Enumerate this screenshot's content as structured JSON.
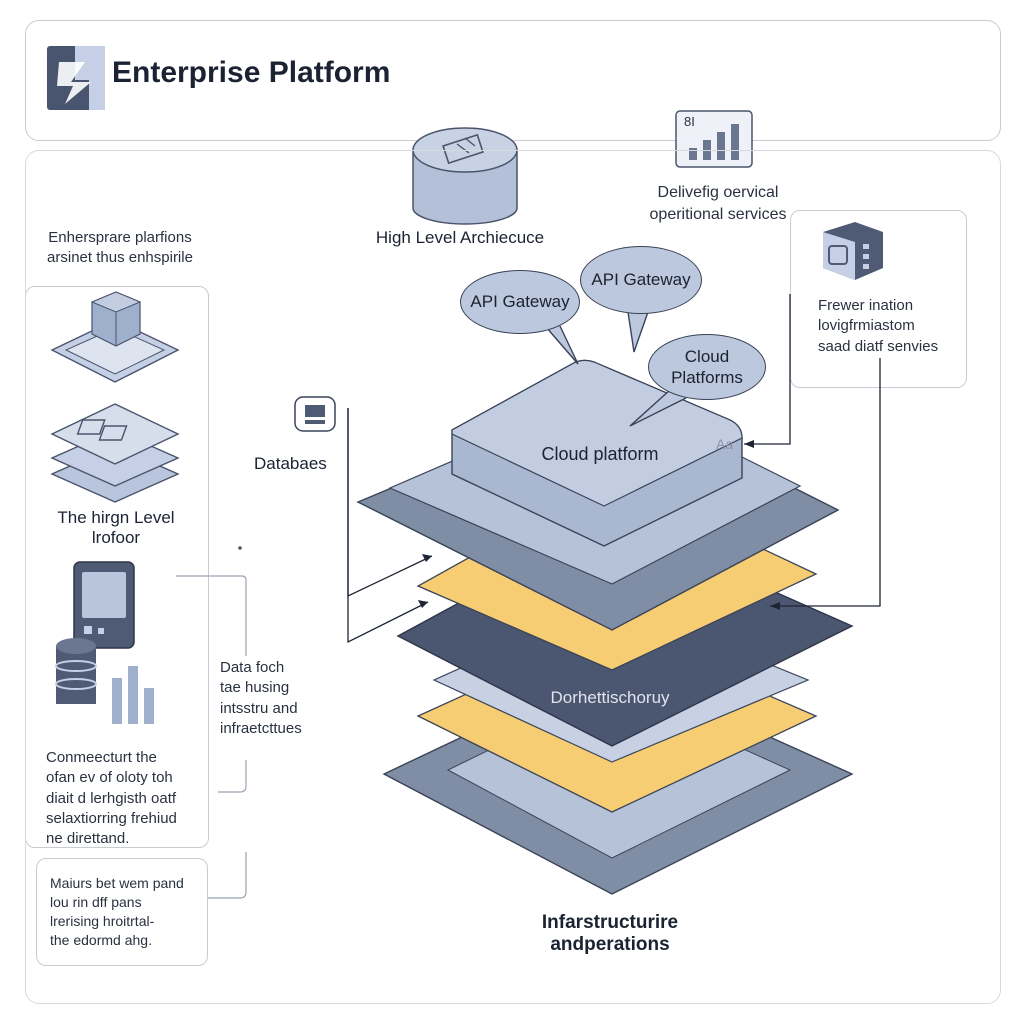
{
  "header": {
    "title": "Enterprise Platform"
  },
  "top": {
    "cylinder_label": "High Level Archiecuce",
    "chart_caption": "Delivefig oervical\noperitional services",
    "chart_value": "8I"
  },
  "left": {
    "intro": "Enhersprare plarfions\narsinet thus enhspirile",
    "stack_label": "The hirgn Level\nlrofoor",
    "flow_text": "Data foch\ntae husing\nintsstru and\ninfraetcttues",
    "note_main": "Conmeecturt the\nofan ev of oloty toh\ndiait d lerhgisth oatf\nselaxtiorring frehiud\nne direttand.",
    "note_box": "Maiurs bet wem pand\nlou rin dff pans\nlrerising hroitrtal-\nthe edormd ahg."
  },
  "right": {
    "panel_text": "Frewer ination\nlovigfrmiastom\nsaad diatf senvies"
  },
  "center": {
    "bubbles": [
      "API Gateway",
      "API Gateway",
      "Cloud\nPlatforms"
    ],
    "databases_label": "Databaes",
    "top_layer_label": "Cloud platform",
    "dark_layer_label": "Dorhettischoruy",
    "bottom_caption": "Infarstructurire\nandperations",
    "edge_mark": "Aa"
  },
  "colors": {
    "slate": "#7f8da5",
    "pale_slate": "#b6c2d7",
    "yellow": "#f6cd73",
    "navy": "#4b5670",
    "outline": "#3a4358"
  }
}
